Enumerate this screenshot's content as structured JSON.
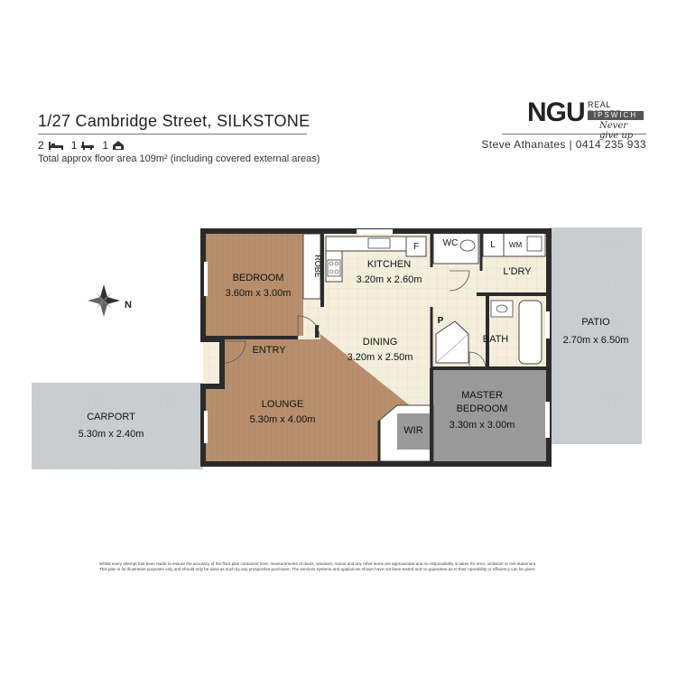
{
  "header": {
    "address": "1/27 Cambridge Street, SILKSTONE",
    "features": {
      "bedrooms": "2",
      "bathrooms": "1",
      "car_spaces": "1"
    },
    "floor_area": "Total approx floor area 109m² (including covered external areas)",
    "agent": "Steve Athanates | 0414 235 933"
  },
  "logo": {
    "brand": "NGU",
    "line1": "REAL ESTATE",
    "line2": "IPSWICH",
    "tagline": "Never give up"
  },
  "plan": {
    "rooms": {
      "bedroom": {
        "name": "BEDROOM",
        "size": "3.60m x 3.00m"
      },
      "robe": {
        "name": "ROBE"
      },
      "kitchen": {
        "name": "KITCHEN",
        "size": "3.20m x 2.60m"
      },
      "wc": {
        "name": "WC"
      },
      "fridge": {
        "name": "F"
      },
      "linen": {
        "name": "L"
      },
      "wm": {
        "name": "WM"
      },
      "laundry": {
        "name": "L'DRY"
      },
      "pantry": {
        "name": "P"
      },
      "entry": {
        "name": "ENTRY"
      },
      "dining": {
        "name": "DINING",
        "size": "3.20m x 2.50m"
      },
      "bath": {
        "name": "BATH"
      },
      "patio": {
        "name": "PATIO",
        "size": "2.70m x 6.50m"
      },
      "lounge": {
        "name": "LOUNGE",
        "size": "5.30m x 4.00m"
      },
      "master": {
        "name": "MASTER",
        "name2": "BEDROOM",
        "size": "3.30m x 3.00m"
      },
      "wir": {
        "name": "WIR"
      },
      "carport": {
        "name": "CARPORT",
        "size": "5.30m x 2.40m"
      }
    },
    "compass_label": "N",
    "colors": {
      "wall": "#2b2b2b",
      "timber": "#b78f6d",
      "tile": "#f4eedc",
      "carpet": "#9a9a9a",
      "concrete": "#c9cdcf"
    }
  },
  "disclaimer": {
    "line1": "Whilst every attempt has been made to ensure the accuracy of the floor plan contained here, measurements of doors, windows, rooms and any other items are approximate and no responsibility is taken for error, omission or mis-statement.",
    "line2": "This plan is for illustrative purposes only and should only be used as such by any prospective purchaser. The services systems and appliances shown have not been tested and no guarantee as to their operability or efficiency can be given."
  }
}
